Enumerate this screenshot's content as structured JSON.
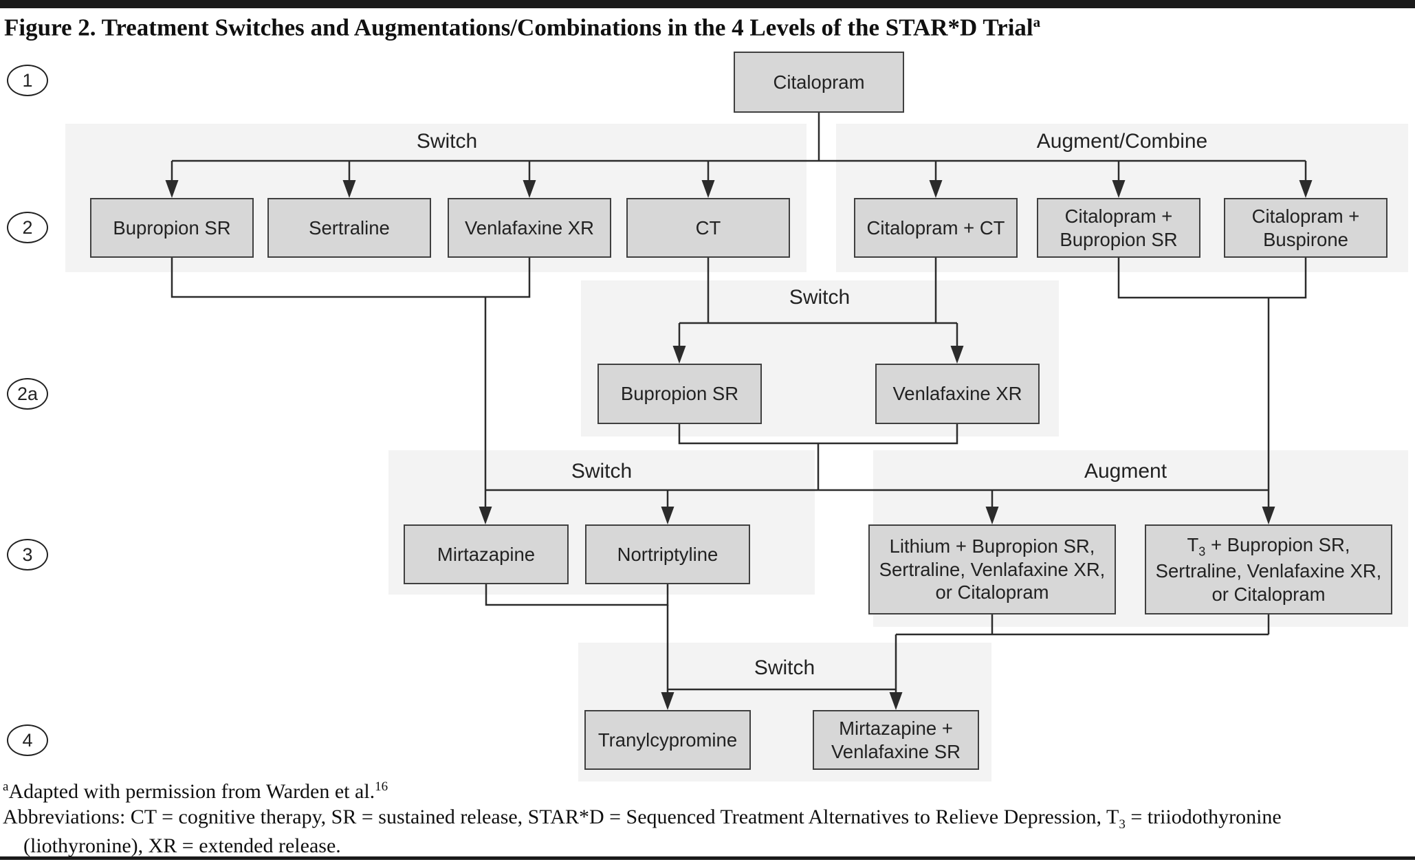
{
  "figure": {
    "title": "Figure 2. Treatment Switches and Augmentations/Combinations in the 4 Levels of the STAR*D Trial",
    "title_superscript": "a"
  },
  "level_markers": [
    {
      "id": "1",
      "label": "1"
    },
    {
      "id": "2",
      "label": "2"
    },
    {
      "id": "2a",
      "label": "2a"
    },
    {
      "id": "3",
      "label": "3"
    },
    {
      "id": "4",
      "label": "4"
    }
  ],
  "section_labels": [
    {
      "id": "switch-level2",
      "text": "Switch"
    },
    {
      "id": "augment-combine-level2",
      "text": "Augment/Combine"
    },
    {
      "id": "switch-level2a",
      "text": "Switch"
    },
    {
      "id": "switch-level3",
      "text": "Switch"
    },
    {
      "id": "augment-level3",
      "text": "Augment"
    },
    {
      "id": "switch-level4",
      "text": "Switch"
    }
  ],
  "nodes": [
    {
      "id": "citalopram",
      "level": "1",
      "lines": [
        "Citalopram"
      ]
    },
    {
      "id": "bupropion-sr-level2",
      "level": "2",
      "lines": [
        "Bupropion SR"
      ]
    },
    {
      "id": "sertraline-level2",
      "level": "2",
      "lines": [
        "Sertraline"
      ]
    },
    {
      "id": "venlafaxine-xr-level2",
      "level": "2",
      "lines": [
        "Venlafaxine XR"
      ]
    },
    {
      "id": "ct-level2",
      "level": "2",
      "lines": [
        "CT"
      ]
    },
    {
      "id": "citalopram-ct-level2",
      "level": "2",
      "lines": [
        "Citalopram + CT"
      ]
    },
    {
      "id": "citalopram-bupropion-sr-level2",
      "level": "2",
      "lines": [
        "Citalopram +",
        "Bupropion SR"
      ]
    },
    {
      "id": "citalopram-buspirone-level2",
      "level": "2",
      "lines": [
        "Citalopram +",
        "Buspirone"
      ]
    },
    {
      "id": "bupropion-sr-level2a",
      "level": "2a",
      "lines": [
        "Bupropion SR"
      ]
    },
    {
      "id": "venlafaxine-xr-level2a",
      "level": "2a",
      "lines": [
        "Venlafaxine XR"
      ]
    },
    {
      "id": "mirtazapine-level3",
      "level": "3",
      "lines": [
        "Mirtazapine"
      ]
    },
    {
      "id": "nortriptyline-level3",
      "level": "3",
      "lines": [
        "Nortriptyline"
      ]
    },
    {
      "id": "lithium-combo-level3",
      "level": "3",
      "lines": [
        "Lithium + Bupropion SR,",
        "Sertraline, Venlafaxine XR,",
        "or Citalopram"
      ]
    },
    {
      "id": "t3-combo-level3",
      "level": "3",
      "lines": [
        {
          "parts": [
            {
              "t": "T"
            },
            {
              "sub": "3"
            },
            {
              "t": " + Bupropion SR,"
            }
          ]
        },
        "Sertraline, Venlafaxine XR,",
        "or Citalopram"
      ]
    },
    {
      "id": "tranylcypromine-level4",
      "level": "4",
      "lines": [
        "Tranylcypromine"
      ]
    },
    {
      "id": "mirtazapine-venlafaxine-level4",
      "level": "4",
      "lines": [
        "Mirtazapine +",
        "Venlafaxine SR"
      ]
    }
  ],
  "footnotes": {
    "adapted": {
      "marker": "a",
      "text": "Adapted with permission from Warden et al.",
      "reference": "16"
    },
    "abbreviations": {
      "before": "Abbreviations: CT = cognitive therapy, SR = sustained release, STAR*D = Sequenced Treatment Alternatives to Relieve Depression, T",
      "sub": "3",
      "after": " = triiodothyronine (liothyronine), XR = extended release."
    }
  },
  "colors": {
    "box_fill": "#d7d7d7",
    "box_border": "#3f3f3f",
    "panel_fill": "#f3f3f3",
    "line": "#2b2b2b",
    "rule": "#1a1a1a",
    "text": "#1c1c1c"
  }
}
